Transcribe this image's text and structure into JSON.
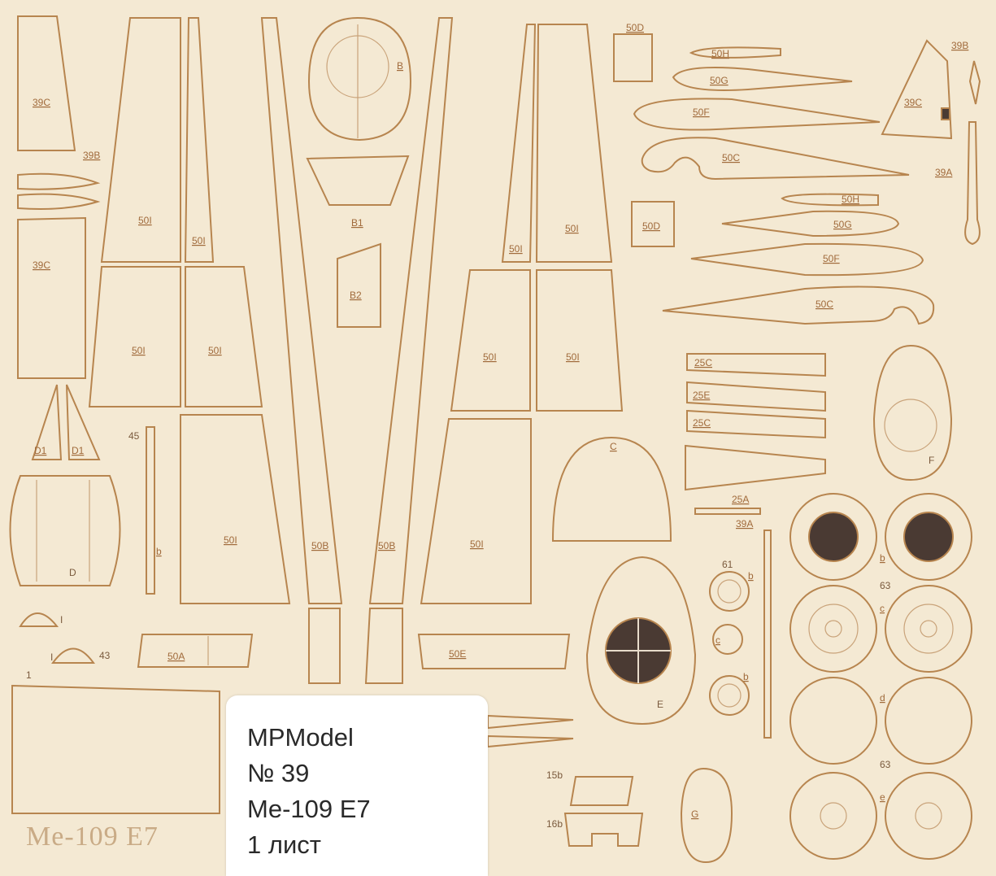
{
  "sheet": {
    "engraving": "Me-109 E7",
    "part_labels": {
      "p50D_a": "50D",
      "p50H_a": "50H",
      "p50G_a": "50G",
      "p50F_a": "50F",
      "p50C_a": "50C",
      "p50D_b": "50D",
      "p50H_b": "50H",
      "p50G_b": "50G",
      "p50F_b": "50F",
      "p50C_b": "50C",
      "p39B_a": "39B",
      "p39C_a": "39C",
      "p39A_a": "39A",
      "p39B_b": "39B",
      "p39C_b": "39C",
      "p39C_c": "39C",
      "p39A_b": "39A",
      "p50I_1": "50I",
      "p50I_2": "50I",
      "p50I_3": "50I",
      "p50I_4": "50I",
      "p50I_5": "50I",
      "p50I_6": "50I",
      "p50I_7": "50I",
      "p50I_8": "50I",
      "p50I_9": "50I",
      "p50I_10": "50I",
      "pB": "B",
      "pB1": "B1",
      "pB2": "B2",
      "p25C_1": "25C",
      "p25E": "25E",
      "p25C_2": "25C",
      "p25A": "25A",
      "pF": "F",
      "pC": "C",
      "pD1_a": "D1",
      "pD1_b": "D1",
      "pD": "D",
      "p45": "45",
      "pb_45": "b",
      "p50B_a": "50B",
      "p50B_b": "50B",
      "p61": "61",
      "pb_61": "b",
      "pc_small": "c",
      "pb_small": "b",
      "pE": "E",
      "pb_r1": "b",
      "p63_a": "63",
      "pc_r2": "c",
      "pd_r3": "d",
      "p63_b": "63",
      "pe_r4": "e",
      "pI_a": "I",
      "pI_b": "I",
      "p43": "43",
      "p1": "1",
      "p50A": "50A",
      "p50E": "50E",
      "p15b": "15b",
      "p16b": "16b",
      "pG": "G"
    }
  },
  "label_card": {
    "line1": "MPModel",
    "line2": "№ 39",
    "line3": "Me-109 E7",
    "line4": "1 лист"
  }
}
